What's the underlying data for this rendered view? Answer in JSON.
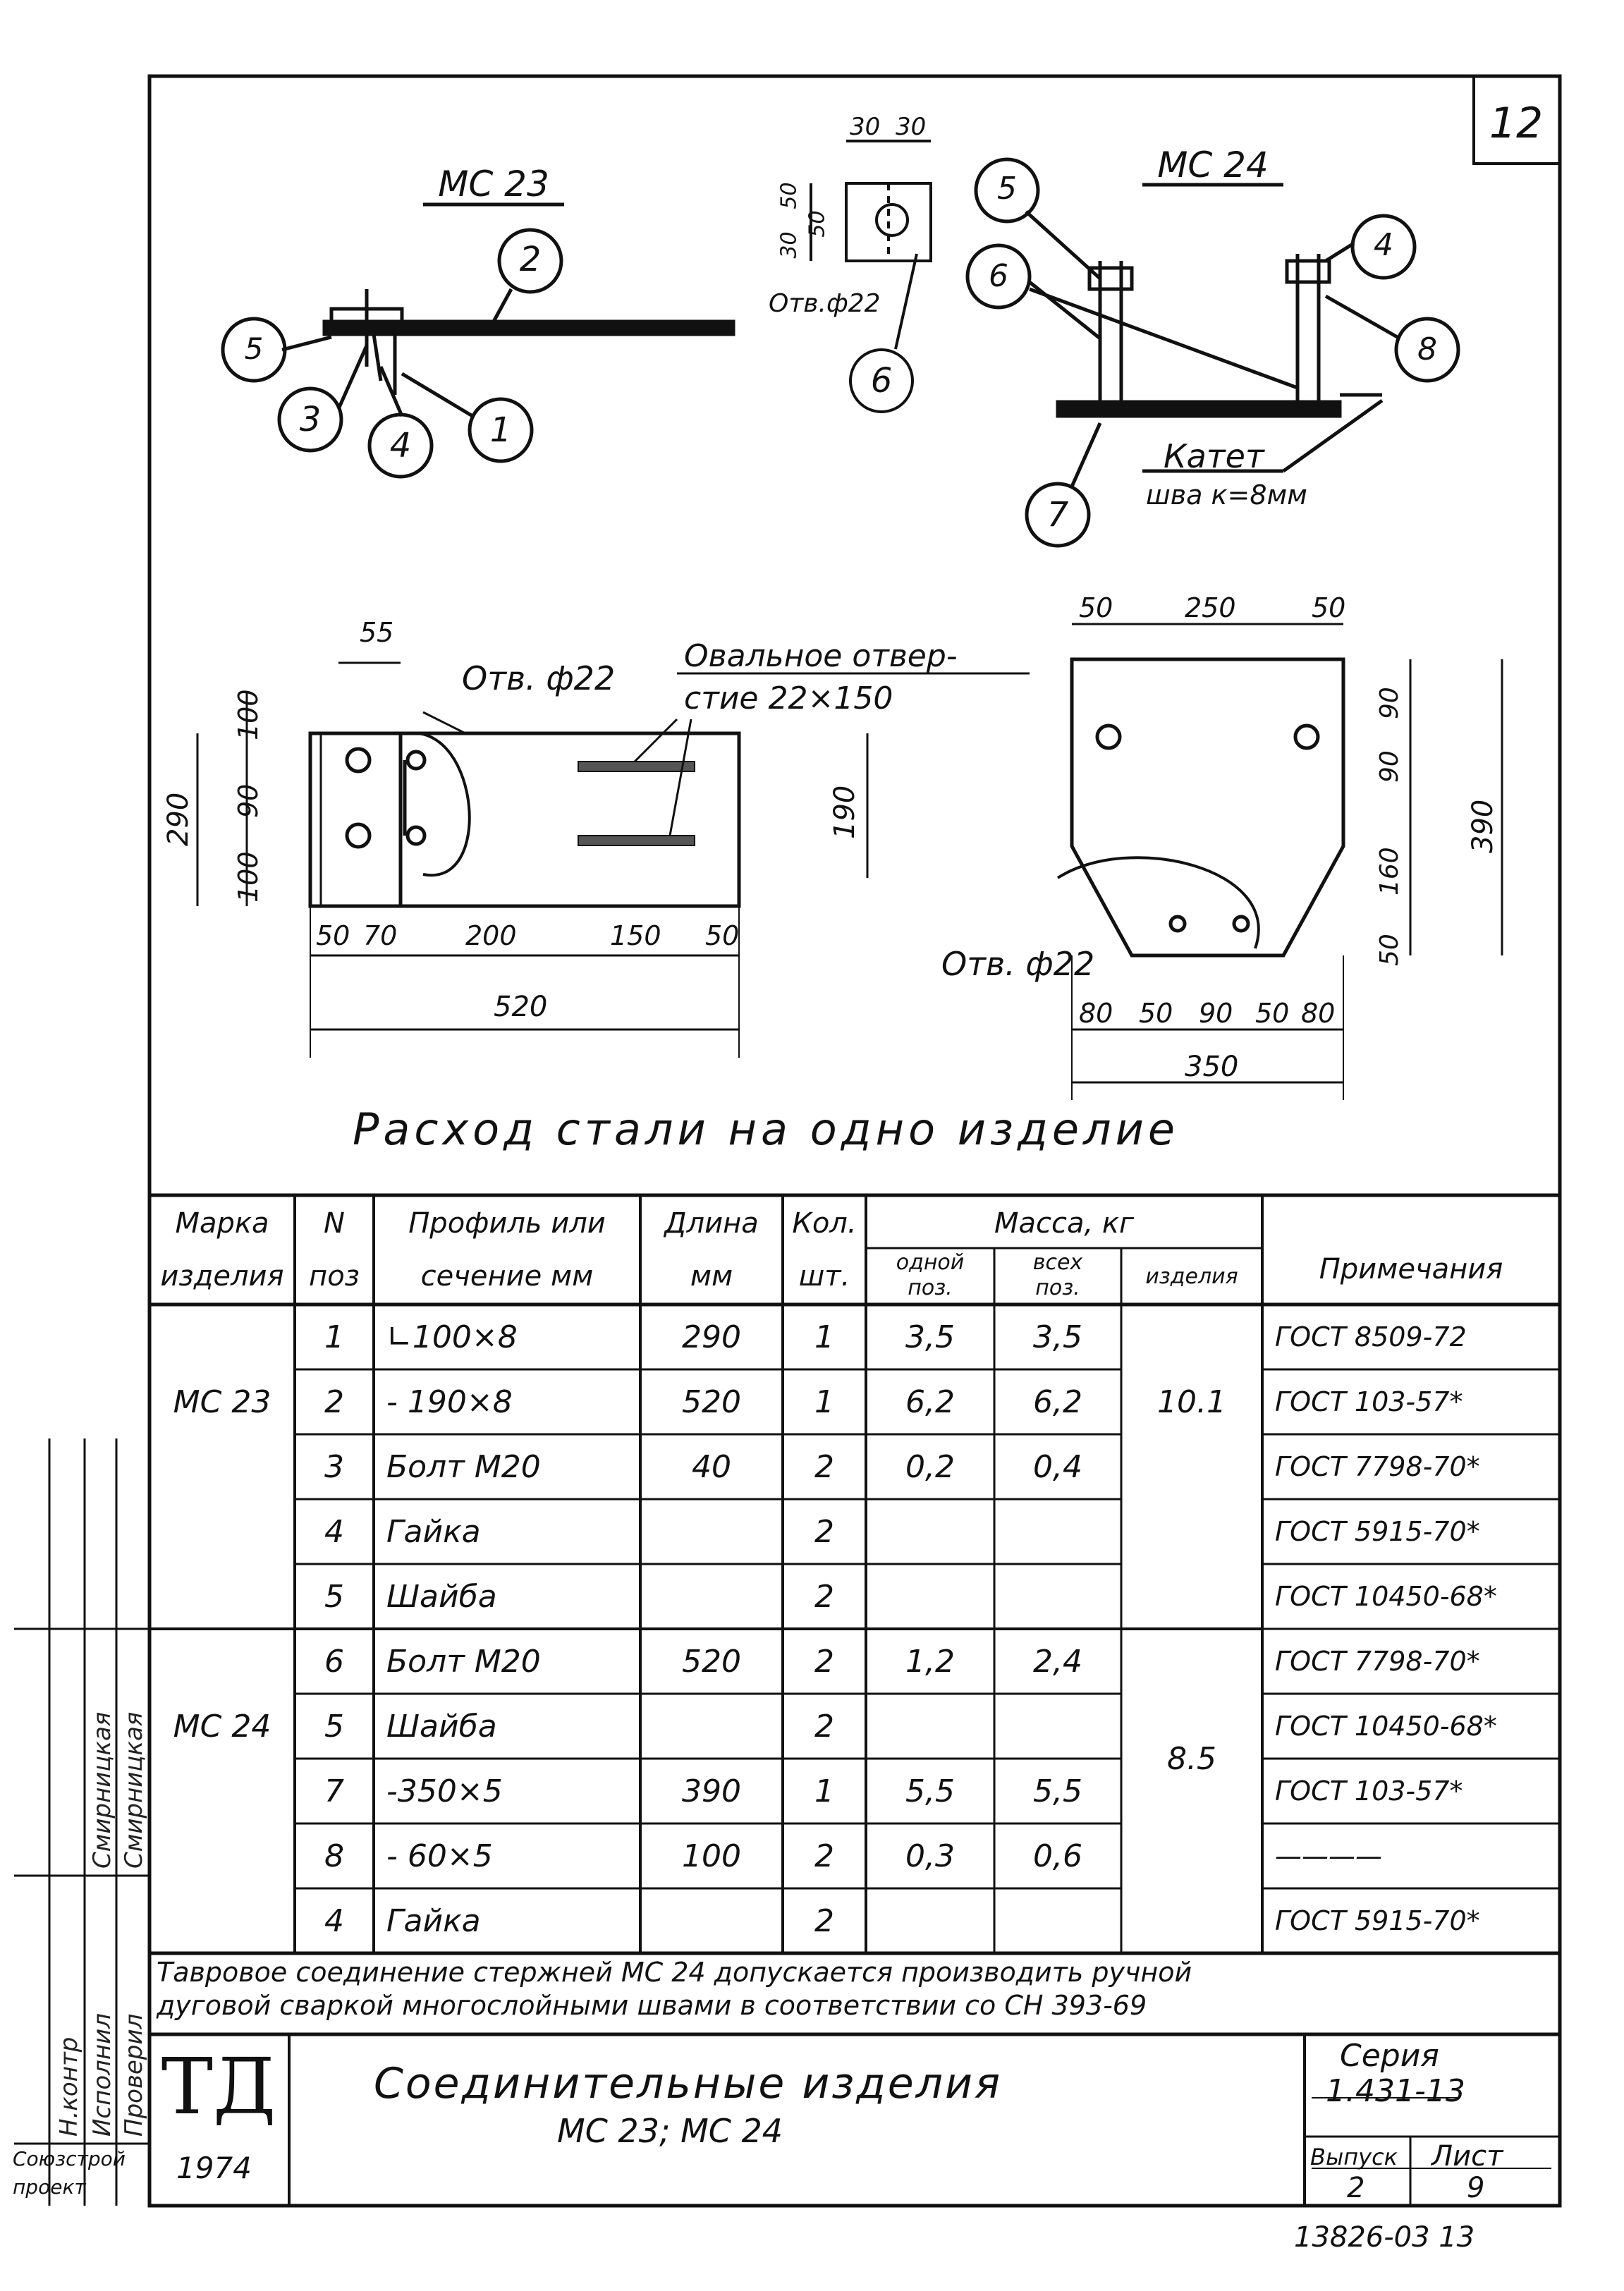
{
  "sheet_number": "12",
  "top_drawings": {
    "mc23_title": "МС 23",
    "mc24_title": "МС 24",
    "detail_hole_note": "Отв.ф22",
    "detail_dims": [
      "30",
      "30",
      "50",
      "30",
      "50"
    ],
    "mc23_callouts": [
      "2",
      "5",
      "3",
      "4",
      "1"
    ],
    "mc24_callouts": [
      "5",
      "6",
      "4",
      "8",
      "7"
    ],
    "detail_callout": "6",
    "weld_note_line1": "Катет",
    "weld_note_line2": "шва к=8мм"
  },
  "plan_drawings": {
    "left_hole_note": "Отв. ф22",
    "oval_note_line1": "Овальное отвер-",
    "oval_note_line2": "стие 22×150",
    "left_dims_top": "55",
    "left_dims_side": [
      "290",
      "100",
      "90",
      "100"
    ],
    "left_dims_right": "190",
    "left_dims_bottom": [
      "50",
      "70",
      "200",
      "150",
      "50"
    ],
    "left_total": "520",
    "right_dims_top": [
      "50",
      "250",
      "50"
    ],
    "right_dims_side": [
      "90",
      "90",
      "160",
      "50"
    ],
    "right_total_height": "390",
    "right_hole_note": "Отв. ф22",
    "right_dims_bottom": [
      "80",
      "50",
      "90",
      "50",
      "80"
    ],
    "right_total": "350"
  },
  "table_title": "Расход стали на одно изделие",
  "table": {
    "headers": {
      "mark": [
        "Марка",
        "изделия"
      ],
      "pos": [
        "N",
        "поз"
      ],
      "profile": [
        "Профиль или",
        "сечение мм"
      ],
      "length": [
        "Длина",
        "мм"
      ],
      "qty": [
        "Кол.",
        "шт."
      ],
      "mass": "Масса, кг",
      "mass_one": [
        "одной",
        "поз."
      ],
      "mass_all": [
        "всех",
        "поз."
      ],
      "mass_item": "изделия",
      "notes": "Примечания"
    },
    "groups": [
      {
        "mark": "МС 23",
        "item_mass": "10.1"
      },
      {
        "mark": "МС 24",
        "item_mass": "8.5"
      }
    ],
    "rows": [
      {
        "pos": "1",
        "profile": "∟100×8",
        "length": "290",
        "qty": "1",
        "one": "3,5",
        "all": "3,5",
        "note": "ГОСТ 8509-72"
      },
      {
        "pos": "2",
        "profile": "- 190×8",
        "length": "520",
        "qty": "1",
        "one": "6,2",
        "all": "6,2",
        "note": "ГОСТ 103-57*"
      },
      {
        "pos": "3",
        "profile": "Болт М20",
        "length": "40",
        "qty": "2",
        "one": "0,2",
        "all": "0,4",
        "note": "ГОСТ 7798-70*"
      },
      {
        "pos": "4",
        "profile": "Гайка",
        "length": "",
        "qty": "2",
        "one": "",
        "all": "",
        "note": "ГОСТ 5915-70*"
      },
      {
        "pos": "5",
        "profile": "Шайба",
        "length": "",
        "qty": "2",
        "one": "",
        "all": "",
        "note": "ГОСТ 10450-68*"
      },
      {
        "pos": "6",
        "profile": "Болт М20",
        "length": "520",
        "qty": "2",
        "one": "1,2",
        "all": "2,4",
        "note": "ГОСТ 7798-70*"
      },
      {
        "pos": "5",
        "profile": "Шайба",
        "length": "",
        "qty": "2",
        "one": "",
        "all": "",
        "note": "ГОСТ 10450-68*"
      },
      {
        "pos": "7",
        "profile": "-350×5",
        "length": "390",
        "qty": "1",
        "one": "5,5",
        "all": "5,5",
        "note": "ГОСТ 103-57*"
      },
      {
        "pos": "8",
        "profile": "- 60×5",
        "length": "100",
        "qty": "2",
        "one": "0,3",
        "all": "0,6",
        "note": "————"
      },
      {
        "pos": "4",
        "profile": "Гайка",
        "length": "",
        "qty": "2",
        "one": "",
        "all": "",
        "note": "ГОСТ 5915-70*"
      }
    ]
  },
  "footnote_line1": "Тавровое соединение стержней МС 24 допускается производить ручной",
  "footnote_line2": "дуговой сваркой многослойными швами в соответствии со СН 393-69",
  "title_block": {
    "logo": "ТД",
    "year": "1974",
    "title_line1": "Соединительные изделия",
    "title_line2": "МС 23; МС 24",
    "series_label": "Серия",
    "series_value": "1.431-13",
    "issue_label": "Выпуск",
    "issue_value": "2",
    "sheet_label": "Лист",
    "sheet_value": "9"
  },
  "side_stamp": {
    "col1": [
      "Н.контр",
      "Исполнил",
      "Проверил"
    ],
    "col2": [
      "Смирницкая",
      "Смирницкая"
    ],
    "org_line1": "Союзстрой",
    "org_line2": "проект"
  },
  "footer_code": "13826-03 13"
}
